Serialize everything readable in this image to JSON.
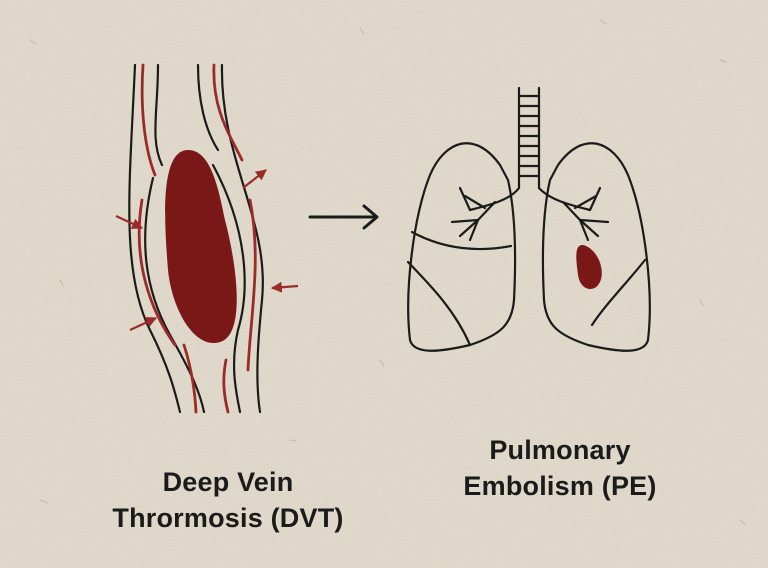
{
  "labels": {
    "dvt": {
      "line1": "Deep Vein",
      "line2": "Thrormosis (DVT)"
    },
    "pe": {
      "line1": "Pulmonary",
      "line2": "Embolism (PE)"
    }
  },
  "icons": {
    "vein": "vein-with-clot-icon",
    "arrow": "right-arrow-icon",
    "lungs": "lungs-icon"
  },
  "colors": {
    "background": "#e8e1d2",
    "clot": "#7a1717",
    "vessel_line": "#9b2a2a",
    "outline": "#1b1b1b"
  }
}
